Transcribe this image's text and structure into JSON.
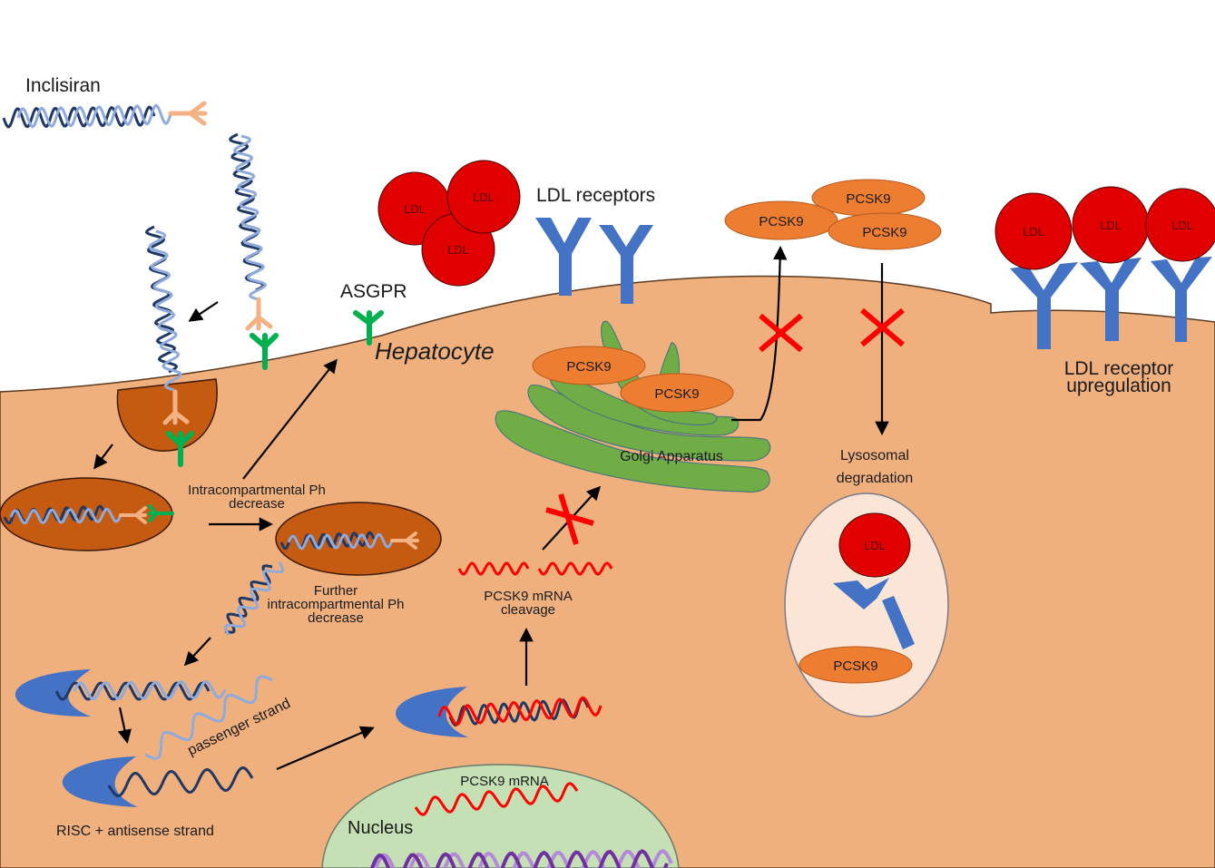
{
  "title": "Inclisiran mechanism of action in the hepatocyte",
  "colors": {
    "cytoplasm": "#efb07e",
    "endosome": "#c55a11",
    "nucleus": "#c5e0b4",
    "lysosome": "#fbe5d6",
    "ldl": "#e00000",
    "receptor": "#4472c4",
    "asgpr": "#00b050",
    "galnac": "#f4b183",
    "pcsk9": "#ed7d31",
    "golgi": "#70ad47",
    "mrna": "#ff0000",
    "strand_dark": "#1f3864",
    "strand_light": "#8faadc",
    "dna_dark": "#7030a0",
    "dna_light": "#b48ad8",
    "block_x": "#ff0000"
  },
  "labels": {
    "inclisiran": "Inclisiran",
    "asgpr": "ASGPR",
    "hepatocyte": "Hepatocyte",
    "ldl_receptors": "LDL receptors",
    "ldl": "LDL",
    "pcsk9": "PCSK9",
    "golgi": "Golgi Apparatus",
    "intra_ph_1": "Intracompartmental Ph",
    "intra_ph_2": "decrease",
    "further_1": "Further",
    "further_2": "intracompartmental Ph",
    "further_3": "decrease",
    "passenger": "passenger strand",
    "risc": "RISC + antisense strand",
    "cleavage_1": "PCSK9 mRNA",
    "cleavage_2": "cleavage",
    "nucleus_mrna": "PCSK9 mRNA",
    "nucleus": "Nucleus",
    "lysosomal_1": "Lysosomal",
    "lysosomal_2": "degradation",
    "upreg_1": "LDL receptor",
    "upreg_2": "upregulation"
  }
}
